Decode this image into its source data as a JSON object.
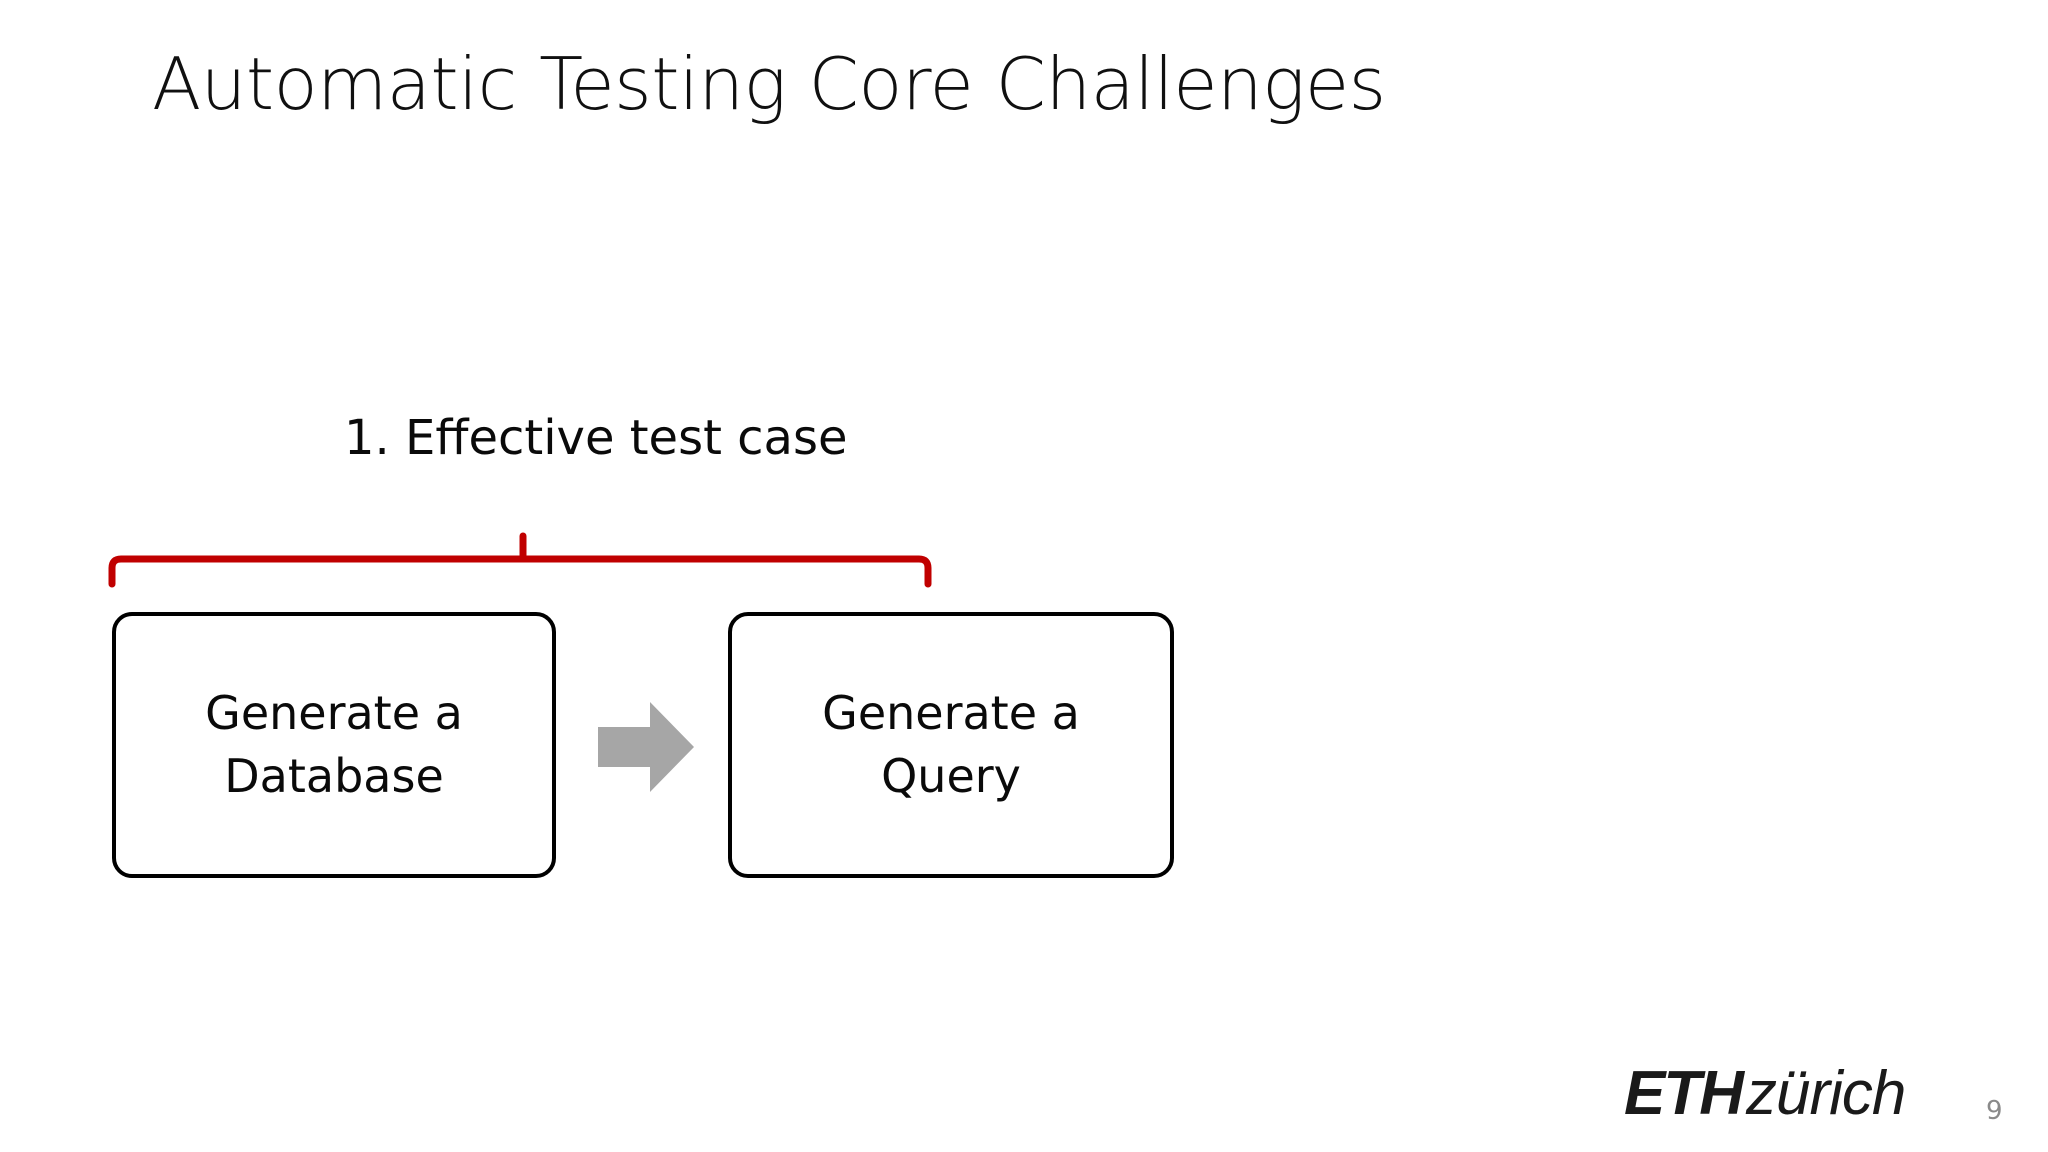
{
  "slide": {
    "title": "Automatic Testing Core Challenges",
    "background_color": "#FFFFFF",
    "page_number": "9"
  },
  "challenge": {
    "label": "1. Effective test case",
    "bracket": {
      "icon_name": "grouping-bracket",
      "color": "#C00000",
      "spans_boxes": "both"
    }
  },
  "flow": {
    "boxes": [
      {
        "id": "database",
        "label": "Generate a\nDatabase",
        "border_color": "#000000",
        "fill_color": "#FFFFFF"
      },
      {
        "id": "query",
        "label": "Generate a\nQuery",
        "border_color": "#000000",
        "fill_color": "#FFFFFF"
      }
    ],
    "arrow": {
      "icon_name": "right-arrow-icon",
      "color": "#A6A6A6",
      "direction": "right"
    }
  },
  "footer": {
    "logo_primary": "ETH",
    "logo_secondary": "zürich",
    "logo_color": "#1A1A1A"
  }
}
